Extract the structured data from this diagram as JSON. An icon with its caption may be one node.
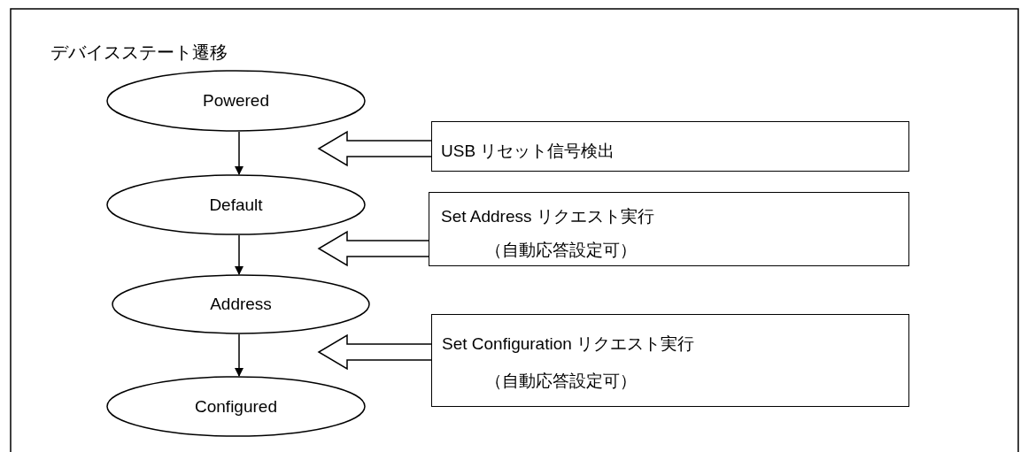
{
  "diagram": {
    "title": "デバイスステート遷移",
    "nodes": [
      {
        "text": [
          "Powered"
        ]
      },
      {
        "text": [
          "Default"
        ]
      },
      {
        "text": [
          "Address"
        ]
      },
      {
        "text": [
          "Configured"
        ]
      },
      {
        "text": [
          "USB リセット信号検出"
        ]
      },
      {
        "text": [
          "Set Address リクエスト実行",
          "（自動応答設定可）"
        ]
      },
      {
        "text": [
          "Set Configuration リクエスト実行",
          "（自動応答設定可）"
        ]
      }
    ],
    "edges": [
      {
        "from": 0,
        "to": 1,
        "arrow": "to"
      },
      {
        "from": 1,
        "to": 2,
        "arrow": "to"
      },
      {
        "from": 2,
        "to": 3,
        "arrow": "to"
      },
      {
        "from": 4,
        "to": null,
        "arrow": "to",
        "style": "thick"
      },
      {
        "from": 5,
        "to": null,
        "arrow": "to",
        "style": "thick"
      },
      {
        "from": 6,
        "to": null,
        "arrow": "to",
        "style": "thick"
      }
    ]
  }
}
